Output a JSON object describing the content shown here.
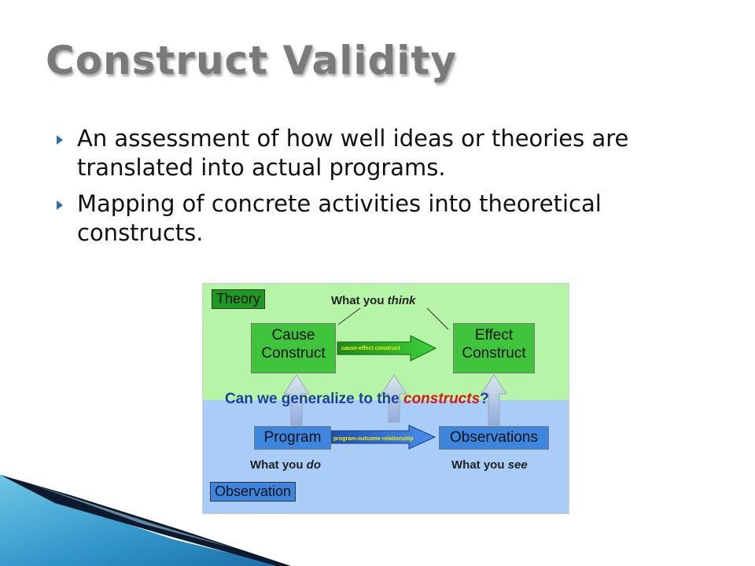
{
  "slide": {
    "title": "Construct Validity",
    "bullets": [
      "An assessment of how well ideas or theories are translated into actual programs.",
      "Mapping of concrete activities into theoretical constructs."
    ]
  },
  "diagram": {
    "theory_label": "Theory",
    "observation_label": "Observation",
    "think_caption_prefix": "What you ",
    "think_caption_emph": "think",
    "do_caption_prefix": "What you ",
    "do_caption_emph": "do",
    "see_caption_prefix": "What you ",
    "see_caption_emph": "see",
    "cause_line1": "Cause",
    "cause_line2": "Construct",
    "effect_line1": "Effect",
    "effect_line2": "Construct",
    "program": "Program",
    "observations": "Observations",
    "cause_effect_arrow": "cause-effect construct",
    "program_outcome_arrow": "program-outcome relationship",
    "question_prefix": "Can we generalize to the ",
    "question_emph": "constructs",
    "question_suffix": "?",
    "colors": {
      "theory_zone": "#b6f5a8",
      "observation_zone": "#a9cdf7",
      "green_box": "#3fc43c",
      "blue_box": "#3d86e0",
      "question_text": "#1f3fa0",
      "emphasis_red": "#d9161f"
    }
  }
}
